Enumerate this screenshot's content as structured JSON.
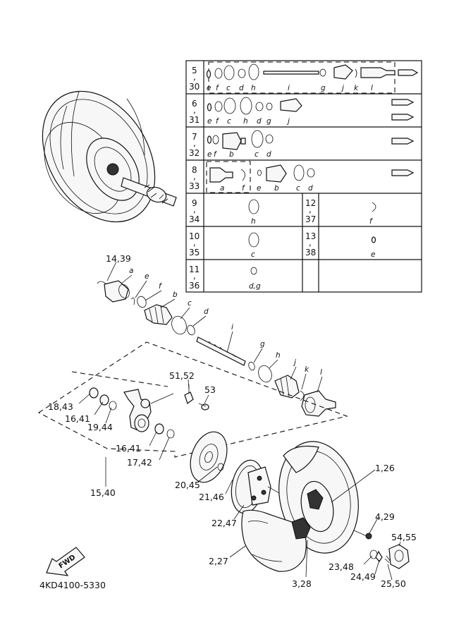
{
  "diagram_code": "4KD4100-5330",
  "fwd_label": "FWD",
  "table": {
    "rows": [
      {
        "num": [
          "5",
          ",",
          "30"
        ],
        "parts": [
          "e",
          "f",
          "c",
          "d",
          "h",
          "i",
          "g",
          "j",
          "k",
          "l"
        ]
      },
      {
        "num": [
          "6",
          ",",
          "31"
        ],
        "parts": [
          "e",
          "f",
          "c",
          "h",
          "d",
          "g",
          "j"
        ]
      },
      {
        "num": [
          "7",
          ",",
          "32"
        ],
        "parts": [
          "e",
          "f",
          "b",
          "c",
          "d"
        ]
      },
      {
        "num": [
          "8",
          ",",
          "33"
        ],
        "parts": [
          "a",
          "f",
          "e",
          "b",
          "c",
          "d"
        ]
      }
    ],
    "subrows": [
      {
        "left_num": [
          "9",
          ",",
          "34"
        ],
        "left_part": "h",
        "right_num": [
          "12",
          ",",
          "37"
        ],
        "right_part": "f"
      },
      {
        "left_num": [
          "10",
          ",",
          "35"
        ],
        "left_part": "c",
        "right_num": [
          "13",
          ",",
          "38"
        ],
        "right_part": "e"
      },
      {
        "left_num": [
          "11",
          ",",
          "36"
        ],
        "left_part": "d,g",
        "right_num": [],
        "right_part": ""
      }
    ]
  },
  "callouts": [
    "14,39",
    "a",
    "e",
    "f",
    "b",
    "c",
    "d",
    "i",
    "g",
    "h",
    "j",
    "k",
    "l",
    "51,52",
    "53",
    "18,43",
    "16,41",
    "19,44",
    "16,41",
    "17,42",
    "15,40",
    "20,45",
    "21,46",
    "22,47",
    "1,26",
    "4,29",
    "54,55",
    "2,27",
    "23,48",
    "24,49",
    "25,50",
    "3,28"
  ]
}
